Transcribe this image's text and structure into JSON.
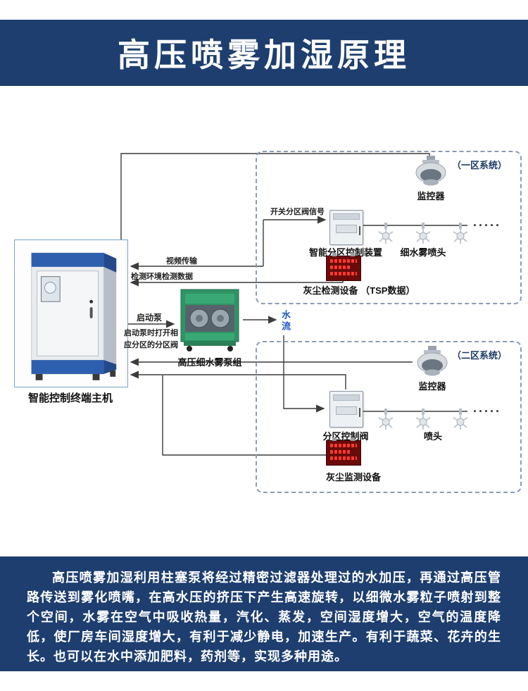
{
  "header": {
    "title": "高压喷雾加湿原理"
  },
  "colors": {
    "header_bg": "#1d3e6f",
    "cabinet_blue": "#2e5fae",
    "pump_green": "#2f9465",
    "line": "#3c3c3c",
    "water_text": "#1f56c9",
    "zone_border": "#8a9cb6",
    "led_red": "#ff3a2e"
  },
  "diagram": {
    "cabinet": {
      "label": "智能控制终端主机"
    },
    "pump": {
      "label": "高压细水雾泵组"
    },
    "zone1": {
      "title": "（一区系统）",
      "camera_label": "监控器",
      "controller_label": "智能分区控制装置",
      "nozzle_label": "细水雾喷头",
      "dots": "·····",
      "dust_label": "灰尘检测设备 （TSP数据）"
    },
    "zone2": {
      "title": "（二区系统）",
      "camera_label": "监控器",
      "controller_label": "分区控制阀",
      "nozzle_label": "喷头",
      "dots": "·····",
      "dust_label": "灰尘监测设备"
    },
    "annotations": {
      "video": "视频传输",
      "env_data": "检测环境检测数据",
      "valve_signal": "开关分区阀信号",
      "start_pump": "启动泵",
      "start_pump_note_1": "启动泵时打开相",
      "start_pump_note_2": "应分区的分区阀",
      "water_flow": "水流"
    }
  },
  "footer": {
    "paragraph": "高压喷雾加湿利用柱塞泵将经过精密过滤器处理过的水加压，再通过高压管路传送到雾化喷嘴，在高水压的挤压下产生高速旋转，以细微水雾粒子喷射到整个空间，水雾在空气中吸收热量，汽化、蒸发，空间湿度增大，空气的温度降低，使厂房车间湿度增大，有利于减少静电，加速生产。有利于蔬菜、花卉的生长。也可以在水中添加肥料，药剂等，实现多种用途。"
  }
}
